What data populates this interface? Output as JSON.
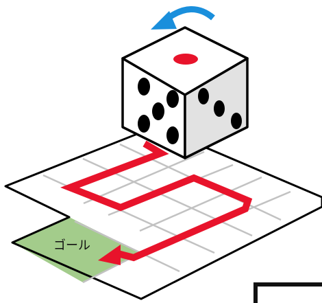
{
  "board": {
    "goal_label": "ゴール",
    "goal_color": "#a3cc8b",
    "path_color": "#e8132b",
    "grid_line_color": "#c2c2c2"
  },
  "die": {
    "top_face_pips": 1,
    "left_face_pips": 5,
    "right_face_pips": 3,
    "top_pip_color": "#e8132b",
    "face_color_left": "#ffffff",
    "face_color_right": "#e2e2e2"
  },
  "roll_indicator": {
    "icon": "curved-arrow-icon",
    "direction": "left",
    "color": "#1a8fdc"
  }
}
